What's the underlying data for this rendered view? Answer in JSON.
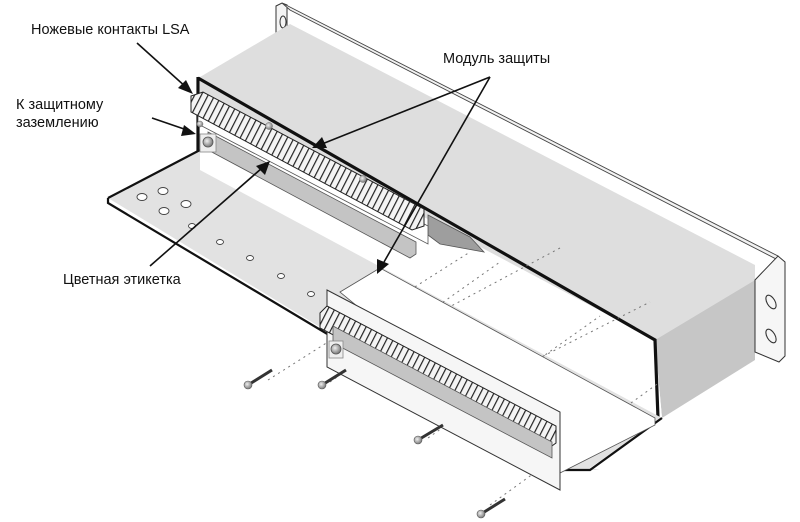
{
  "diagram": {
    "type": "exploded-assembly",
    "subject": "19-inch rack-mount protection panel",
    "colors": {
      "outline": "#111111",
      "body_top": "#dedede",
      "body_side": "#c8c8c8",
      "plate": "#e2e2e2",
      "label_strip": "#c4c4c4",
      "background": "#ffffff"
    },
    "labels": {
      "lsa_contacts": "Ножевые контакты LSA",
      "ground_line1": "К защитному",
      "ground_line2": "заземлению",
      "protection_module": "Модуль защиты",
      "color_label": "Цветная этикетка"
    },
    "callouts": [
      {
        "id": "lsa_contacts",
        "target": "lsa-contact-strip-upper"
      },
      {
        "id": "ground",
        "target": "ground-screw-upper"
      },
      {
        "id": "protection_module",
        "targets": [
          "protection-module-upper",
          "protection-module-lower"
        ]
      },
      {
        "id": "color_label",
        "target": "color-label-strip-upper"
      }
    ],
    "parts": {
      "screws_count": 4,
      "bracket_slots_per_ear": 2
    }
  }
}
